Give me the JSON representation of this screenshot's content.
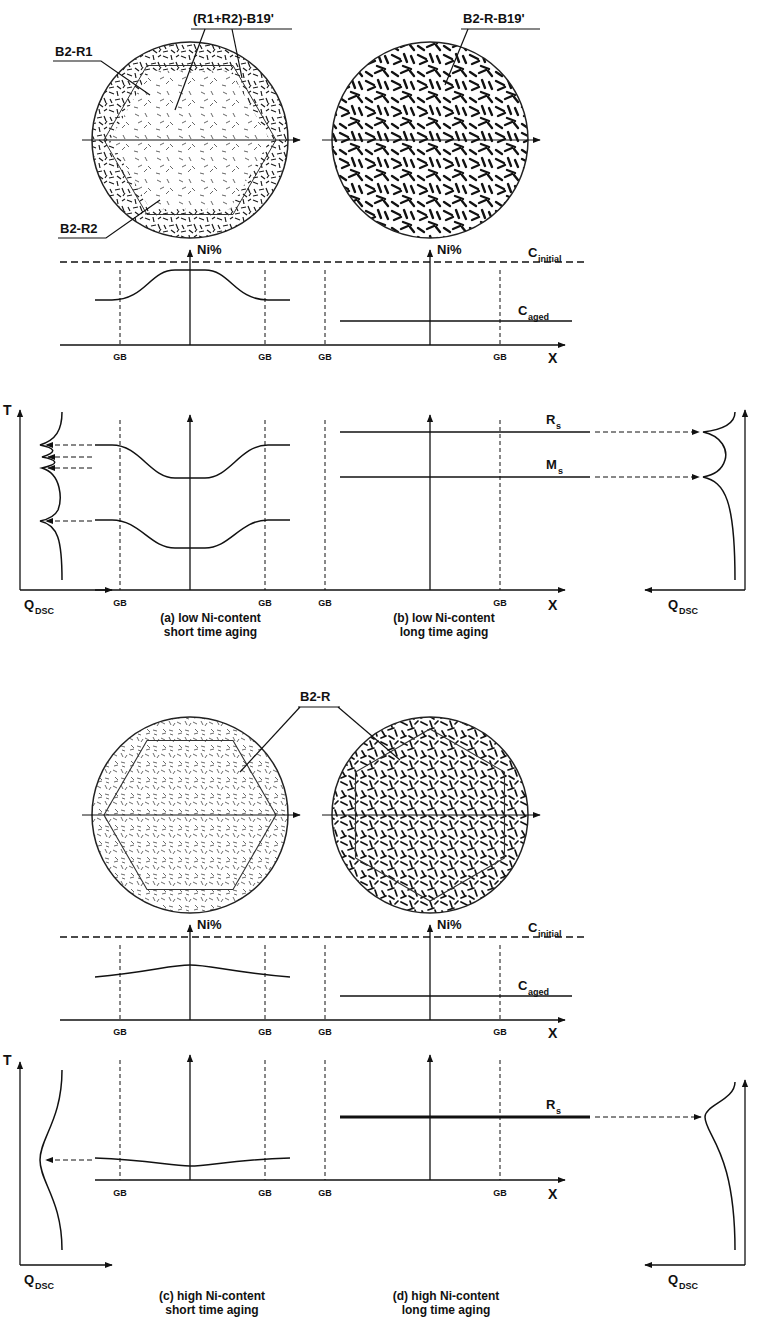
{
  "diagram": {
    "labels": [
      "B2-R1",
      "(R1+R2)-B19'",
      "B2-R-B19'",
      "B2-R2",
      "Ni%",
      "Ni%",
      "C",
      "initial",
      "C",
      "aged",
      "GB",
      "GB",
      "GB",
      "GB",
      "X",
      "T",
      "R",
      "s",
      "M",
      "s",
      "GB",
      "GB",
      "GB",
      "GB",
      "X",
      "Q",
      "DSC",
      "(a) low Ni-content short time aging",
      "(b) low Ni-content long time aging",
      "Q",
      "DSC",
      "B2-R",
      "Ni%",
      "Ni%",
      "C",
      "initial",
      "C",
      "aged",
      "GB",
      "GB",
      "GB",
      "GB",
      "X",
      "T",
      "R",
      "s",
      "GB",
      "GB",
      "GB",
      "GB",
      "X",
      "Q",
      "DSC",
      "(c) high Ni-content short time aging",
      "(d) high Ni-content long time aging",
      "Q",
      "DSC"
    ]
  }
}
